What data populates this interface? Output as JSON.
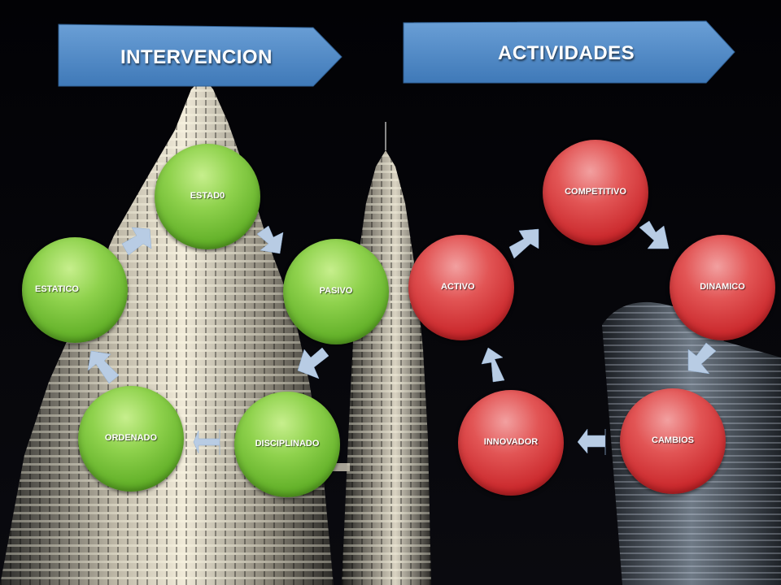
{
  "banners": {
    "left": {
      "label": "INTERVENCION"
    },
    "right": {
      "label": "ACTIVIDADES"
    }
  },
  "cycles": {
    "intervencion": {
      "color": "#6fbf3a",
      "nodes": [
        "ESTAD0",
        "PASIVO",
        "DISCIPLINADO",
        "ORDENADO",
        "ESTATICO"
      ]
    },
    "actividades": {
      "color": "#d83a3a",
      "nodes": [
        "COMPETITIVO",
        "DINAMICO",
        "CAMBIOS",
        "INNOVADOR",
        "ACTIVO"
      ]
    }
  },
  "colors": {
    "banner": "#4a86c6",
    "arrow": "#b8cce4",
    "background": "#000000"
  },
  "background": {
    "description_icon": "night-city-towers-photo"
  }
}
